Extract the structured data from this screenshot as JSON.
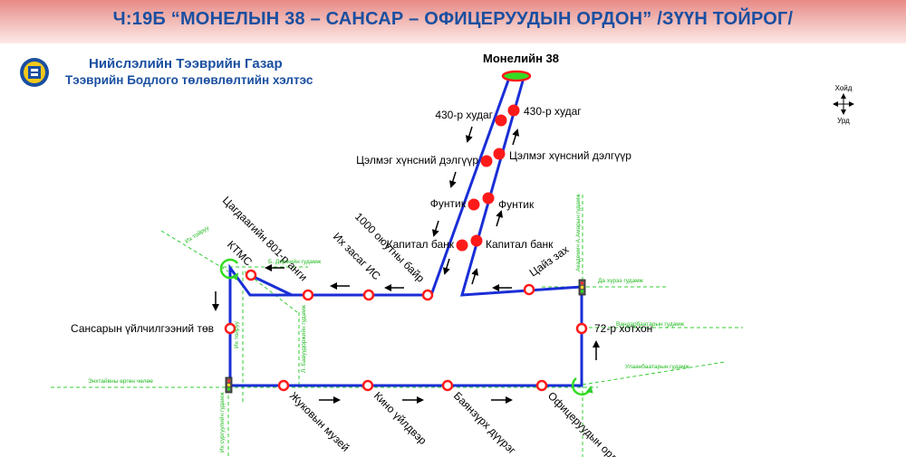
{
  "title": "Ч:19Б “МОНЕЛЫН 38 – САНСАР – ОФИЦЕРУУДЫН ОРДОН” /ЗҮҮН ТОЙРОГ/",
  "organization": {
    "name": "Нийслэлийн Тээврийн Газар",
    "department": "Тээврийн Бодлого төлөвлөлтийн хэлтэс"
  },
  "compass": {
    "north": "Хойд",
    "south": "Урд"
  },
  "terminus": "Монелийн 38",
  "stops": {
    "s430_left": "430-р худаг",
    "s430_right": "430-р худаг",
    "tselmeg_left": "Цэлмэг хүнсний дэлгүүр",
    "tselmeg_right": "Цэлмэг хүнсний дэлгүүр",
    "funtik_left": "Фунтик",
    "funtik_right": "Фунтик",
    "kapital_left": "Капитал банк",
    "kapital_right": "Капитал банк",
    "tsaiz": "Цайз зах",
    "oyuntny": "1000 оюутны байр",
    "ikh_zasag": "Их засаг ИС",
    "tsagdaa": "Цагдаагийн 801-р анги",
    "ktms": "КТМС",
    "sansar": "Сансарын үйлчилгээний төв",
    "khotkhon": "72-р хотхон",
    "zhukov": "Жуковын музей",
    "kino": "Кино үйлдвэр",
    "bayanzurkh": "Баянзүрх дүүрэг",
    "ofitser": "Офицеруудын ордон"
  },
  "streets": {
    "ikh_toiruu_top": "Их тойруу",
    "dorjiin": "Б. Доржийн гудамж",
    "ikh_toiruu_side": "Их тойруу",
    "vandarbaatar": "Вандарбаатарын гудамж",
    "da_khuree": "Да хүрээ гудамж",
    "akademich": "Академич А.Амарын гудамж",
    "enkhtaivan": "Энхтайвны өргөн чөлөө",
    "ulaanbaatar": "Улаанбаатарын гудамж",
    "ikh_surguuli": "Их сургуулийн гудамж",
    "bavuu": "Л. Бавуудоржийн гудамж"
  },
  "colors": {
    "route": "#1a2ed6",
    "stop": "#ff1a1a",
    "terminal": "#33dd22",
    "street_label": "#22bb22",
    "street_line": "#33cc33",
    "title": "#1a4fa0"
  }
}
